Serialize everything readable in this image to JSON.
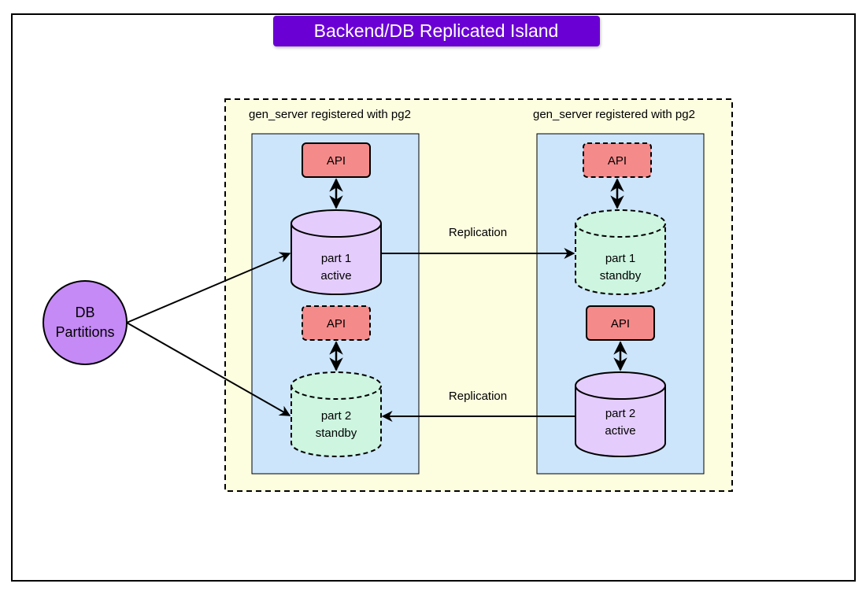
{
  "title": "Backend/DB Replicated Island",
  "source": {
    "line1": "DB",
    "line2": "Partitions"
  },
  "left_server": {
    "label": "gen_server registered with pg2",
    "top_api": "API",
    "bottom_api": "API",
    "partition_1": {
      "line1": "part 1",
      "line2": "active"
    },
    "partition_2": {
      "line1": "part 2",
      "line2": "standby"
    }
  },
  "right_server": {
    "label": "gen_server registered with pg2",
    "top_api": "API",
    "bottom_api": "API",
    "partition_1": {
      "line1": "part 1",
      "line2": "standby"
    },
    "partition_2": {
      "line1": "part 2",
      "line2": "active"
    }
  },
  "edges": {
    "replication_top": "Replication",
    "replication_bottom": "Replication"
  },
  "colors": {
    "title_bg": "#6a00d4",
    "island_bg": "#fdfde0",
    "server_bg": "#cce5fb",
    "api_fill": "#f58a8a",
    "active_fill": "#e4cdfc",
    "standby_fill": "#cdf5e0",
    "source_fill": "#c58af5"
  }
}
